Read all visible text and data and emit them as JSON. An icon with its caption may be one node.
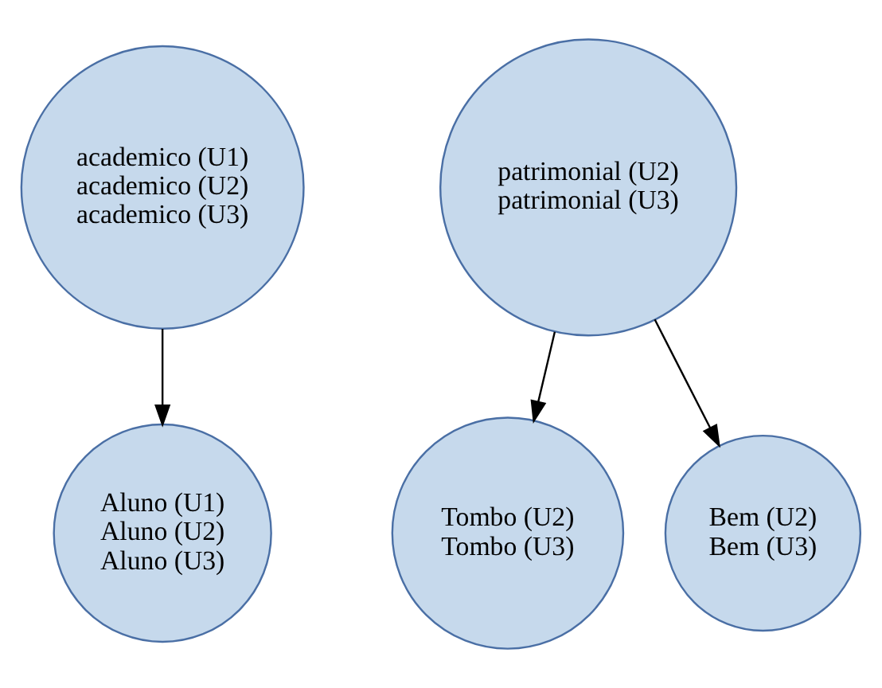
{
  "diagram": {
    "nodes": [
      {
        "text": [
          "academico (U1)",
          "academico (U2)",
          "academico (U3)"
        ]
      },
      {
        "text": [
          "patrimonial (U2)",
          "patrimonial (U3)"
        ]
      },
      {
        "text": [
          "Aluno (U1)",
          "Aluno (U2)",
          "Aluno (U3)"
        ]
      },
      {
        "text": [
          "Tombo (U2)",
          "Tombo (U3)"
        ]
      },
      {
        "text": [
          "Bem (U2)",
          "Bem (U3)"
        ]
      }
    ],
    "edges": [
      {
        "from": 0,
        "to": 2,
        "arrow": "to"
      },
      {
        "from": 1,
        "to": 3,
        "arrow": "to"
      },
      {
        "from": 1,
        "to": 4,
        "arrow": "to"
      }
    ]
  }
}
